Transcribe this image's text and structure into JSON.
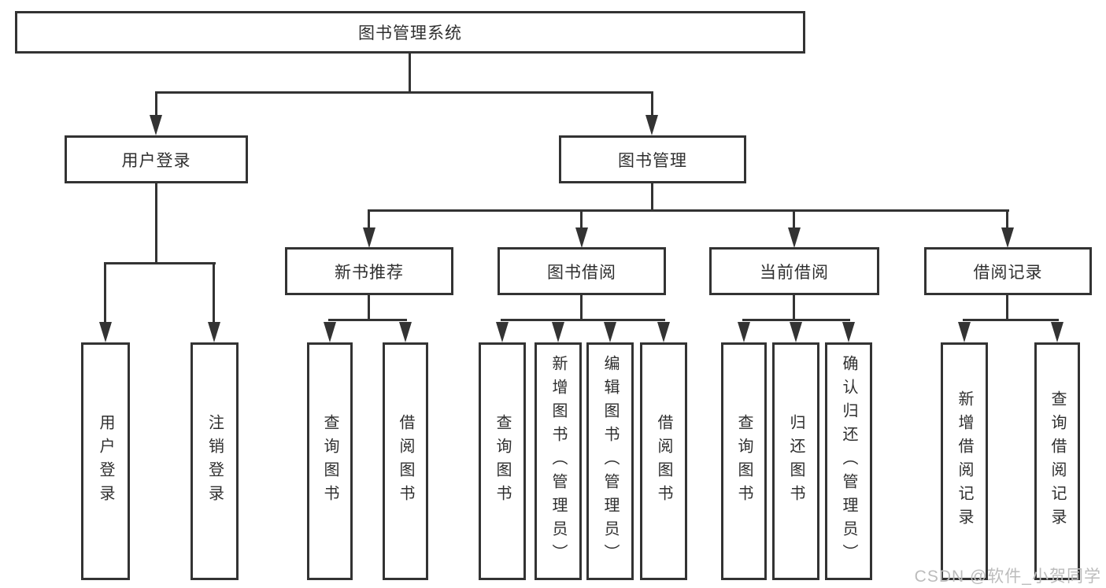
{
  "diagram": {
    "root": {
      "label": "图书管理系统"
    },
    "branches": [
      {
        "label": "用户登录",
        "children": [
          {
            "label": "用户登录"
          },
          {
            "label": "注销登录"
          }
        ]
      },
      {
        "label": "图书管理",
        "children": [
          {
            "label": "新书推荐",
            "children": [
              {
                "label": "查询图书"
              },
              {
                "label": "借阅图书"
              }
            ]
          },
          {
            "label": "图书借阅",
            "children": [
              {
                "label": "查询图书"
              },
              {
                "label": "新增图书（管理员）"
              },
              {
                "label": "编辑图书（管理员）"
              },
              {
                "label": "借阅图书"
              }
            ]
          },
          {
            "label": "当前借阅",
            "children": [
              {
                "label": "查询图书"
              },
              {
                "label": "归还图书"
              },
              {
                "label": "确认归还（管理员）"
              }
            ]
          },
          {
            "label": "借阅记录",
            "children": [
              {
                "label": "新增借阅记录"
              },
              {
                "label": "查询借阅记录"
              }
            ]
          }
        ]
      }
    ]
  },
  "watermark": {
    "text": "CSDN @软件_小贺同学"
  },
  "colors": {
    "line": "#333333",
    "text": "#2f2f2f",
    "watermark": "#bcbcbc",
    "background": "#ffffff"
  }
}
